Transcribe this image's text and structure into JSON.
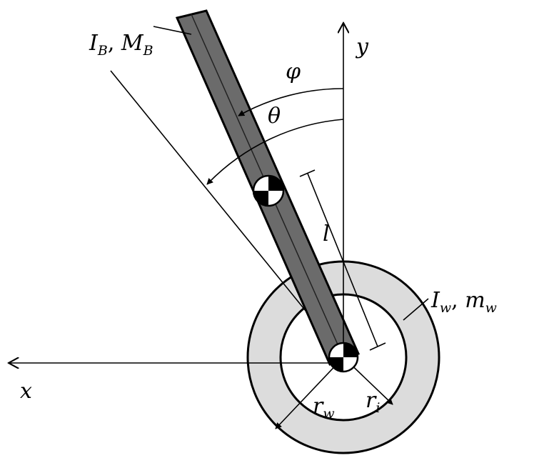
{
  "labels": {
    "body_inertia": {
      "base1": "I",
      "sub1": "B",
      "sep": ", ",
      "base2": "M",
      "sub2": "B"
    },
    "wheel_inertia": {
      "base1": "I",
      "sub1": "w",
      "sep": ", ",
      "base2": "m",
      "sub2": "w"
    },
    "phi": "φ",
    "theta": "θ",
    "length": "l",
    "y_axis": "y",
    "x_axis": "x",
    "wheel_radius": {
      "base": "r",
      "sub": "w"
    },
    "inner_radius": {
      "base": "r",
      "sub": "i"
    }
  },
  "colors": {
    "body_fill": "#6b6b6b",
    "wheel_fill": "#dcdcdc",
    "ink": "#000000",
    "background": "#ffffff"
  }
}
